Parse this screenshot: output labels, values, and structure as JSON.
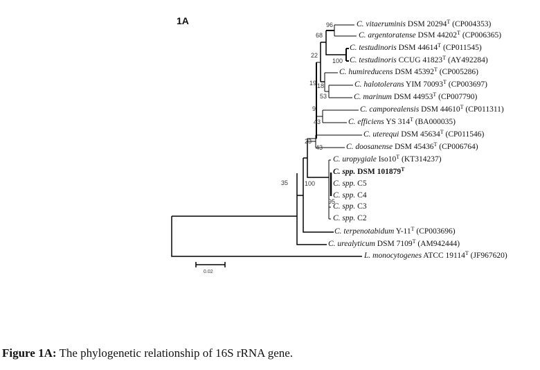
{
  "figure_label": "1A",
  "scale_bar_label": "0.02",
  "caption": {
    "label": "Figure 1A:",
    "text": " The phylogenetic relationship of 16S rRNA gene."
  },
  "leaves": [
    {
      "name": "C. vitaeruminis",
      "strain": " DSM 20294",
      "type": "T",
      "acc": " (CP004353)"
    },
    {
      "name": "C. argentoratense",
      "strain": " DSM 44202",
      "type": "T",
      "acc": " (CP006365)"
    },
    {
      "name": "C. testudinoris",
      "strain": " DSM 44614",
      "type": "T",
      "acc": " (CP011545)"
    },
    {
      "name": "C. testudinoris",
      "strain": " CCUG 41823",
      "type": "T",
      "acc": " (AY492284)"
    },
    {
      "name": "C. humireducens",
      "strain": " DSM 45392",
      "type": "T",
      "acc": " (CP005286)"
    },
    {
      "name": "C. halotolerans",
      "strain": " YIM 70093",
      "type": "T",
      "acc": " (CP003697)"
    },
    {
      "name": "C. marinum",
      "strain": " DSM 44953",
      "type": "T",
      "acc": " (CP007790)"
    },
    {
      "name": "C. camporealensis",
      "strain": " DSM 44610",
      "type": "T",
      "acc": " (CP011311)"
    },
    {
      "name": "C. efficiens",
      "strain": " YS 314",
      "type": "T",
      "acc": " (BA000035)"
    },
    {
      "name": "C. uterequi",
      "strain": " DSM 45634",
      "type": "T",
      "acc": " (CP011546)"
    },
    {
      "name": "C. doosanense",
      "strain": " DSM 45436",
      "type": "T",
      "acc": " (CP006764)"
    },
    {
      "name": "C. uropygiale",
      "strain": " Iso10",
      "type": "T",
      "acc": " (KT314237)"
    },
    {
      "name": "C. spp.",
      "strain": " DSM 101879",
      "type": "T",
      "acc": ""
    },
    {
      "name": "C. spp.",
      "strain": " C5",
      "type": "",
      "acc": ""
    },
    {
      "name": "C. spp.",
      "strain": " C4",
      "type": "",
      "acc": ""
    },
    {
      "name": "C. spp.",
      "strain": " C3",
      "type": "",
      "acc": ""
    },
    {
      "name": "C. spp.",
      "strain": " C2",
      "type": "",
      "acc": ""
    },
    {
      "name": "C. terpenotabidum",
      "strain": " Y-11",
      "type": "T",
      "acc": " (CP003696)"
    },
    {
      "name": "C. urealyticum",
      "strain": " DSM 7109",
      "type": "T",
      "acc": " (AM942444)"
    },
    {
      "name": "L. monocytogenes",
      "strain": " ATCC 19114",
      "type": "T",
      "acc": " (JF967620)"
    }
  ],
  "bootstrap": [
    "96",
    "68",
    "100",
    "22",
    "19",
    "18",
    "53",
    "9",
    "43",
    "23",
    "43",
    "100",
    "95",
    "35"
  ]
}
